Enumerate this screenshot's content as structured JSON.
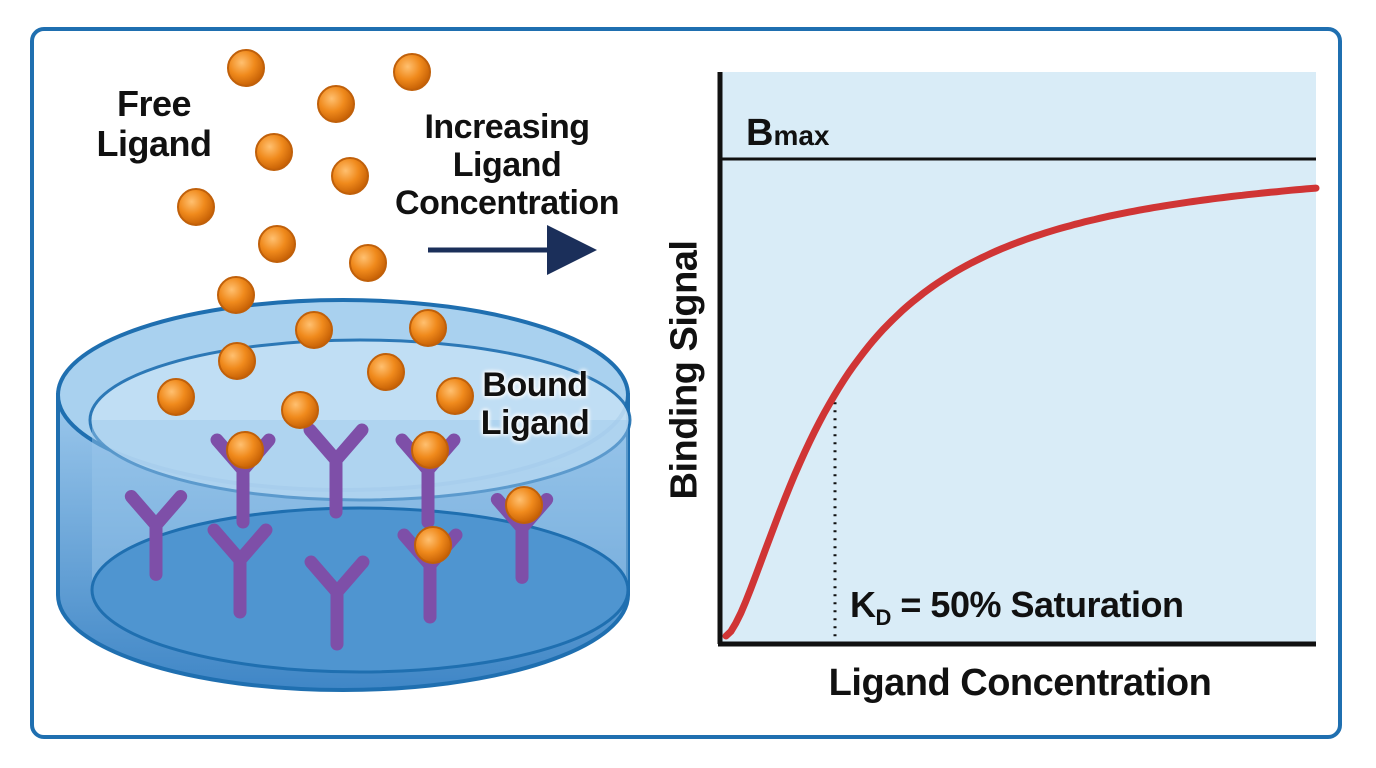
{
  "labels": {
    "free_ligand": "Free Ligand",
    "increasing": "Increasing Ligand Concentration",
    "bound_ligand": "Bound Ligand"
  },
  "chart_data": {
    "type": "line",
    "xlabel": "Ligand Concentration",
    "ylabel": "Binding Signal",
    "bmax_main": "B",
    "bmax_sub": "max",
    "kd_main": "K",
    "kd_sub": "D",
    "kd_rest": " = 50% Saturation",
    "series": [
      {
        "curve": "saturation (hyperbolic) binding curve",
        "color": "#d03535"
      }
    ],
    "plateau_fraction": 1.0,
    "kd_marker_fraction": 0.5
  },
  "colors": {
    "frame": "#1f6fb0",
    "ligand": "#f08a1c",
    "antibody": "#8a5bb0",
    "dish": "#4f95d0",
    "plot_bg": "#d9ecf7",
    "curve": "#d03535",
    "arrow": "#1b2f5a"
  }
}
